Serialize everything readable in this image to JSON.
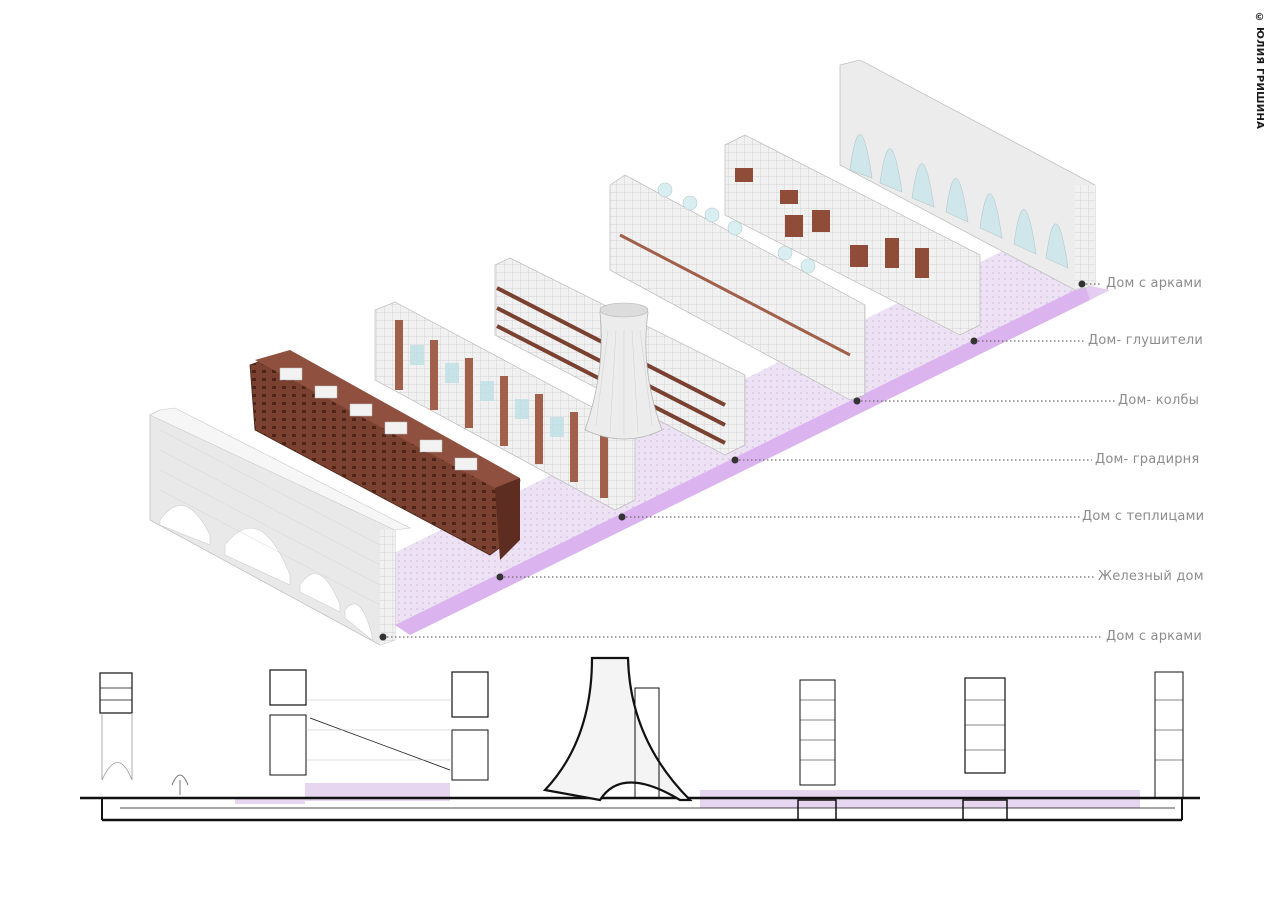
{
  "credit": "© ЮЛИЯ ГРИШИНА",
  "labels": [
    "Дом с арками",
    "Дом- глушители",
    "Дом- колбы",
    "Дом- градирня",
    "Дом с теплицами",
    "Железный дом",
    "Дом с арками"
  ],
  "colors": {
    "platform": "#e8dcf2",
    "platform_edge": "#d9b8ec",
    "building": "#efefef",
    "building_shade": "#d8d8d8",
    "rust": "#7a4030",
    "glass": "#cfe6ea",
    "leader": "#555555",
    "section_line": "#111111",
    "section_fill": "#e7d6ef"
  },
  "icons": {
    "leader_dot": "filled-circle"
  }
}
